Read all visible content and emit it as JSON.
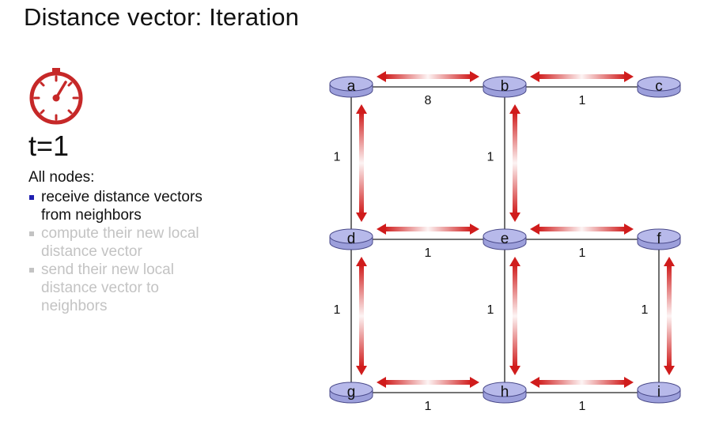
{
  "title": "Distance vector: Iteration",
  "time_label": "t=1",
  "intro": "All nodes:",
  "steps": [
    {
      "text": "receive distance vectors from neighbors",
      "active": true
    },
    {
      "text": "compute their new local  distance vector",
      "active": false
    },
    {
      "text": "send their new local distance vector to neighbors",
      "active": false
    }
  ],
  "icons": {
    "clock": "stopwatch-icon",
    "node": "router-icon"
  },
  "colors": {
    "node_fill": "#b7b9ea",
    "node_stroke": "#4a4a8a",
    "arrow": "#d01c1c",
    "link": "#222222",
    "step_active_bullet": "#1f1fb0",
    "step_inactive": "#c3c3c3",
    "clock": "#c62828"
  },
  "network": {
    "nodes": [
      "a",
      "b",
      "c",
      "d",
      "e",
      "f",
      "g",
      "h",
      "i"
    ],
    "links": [
      {
        "from": "a",
        "to": "b",
        "cost": "8"
      },
      {
        "from": "b",
        "to": "c",
        "cost": "1"
      },
      {
        "from": "a",
        "to": "d",
        "cost": "1"
      },
      {
        "from": "b",
        "to": "e",
        "cost": "1"
      },
      {
        "from": "d",
        "to": "e",
        "cost": "1"
      },
      {
        "from": "e",
        "to": "f",
        "cost": "1"
      },
      {
        "from": "d",
        "to": "g",
        "cost": "1"
      },
      {
        "from": "e",
        "to": "h",
        "cost": "1"
      },
      {
        "from": "f",
        "to": "i",
        "cost": "1"
      },
      {
        "from": "g",
        "to": "h",
        "cost": "1"
      },
      {
        "from": "h",
        "to": "i",
        "cost": "1"
      }
    ]
  }
}
